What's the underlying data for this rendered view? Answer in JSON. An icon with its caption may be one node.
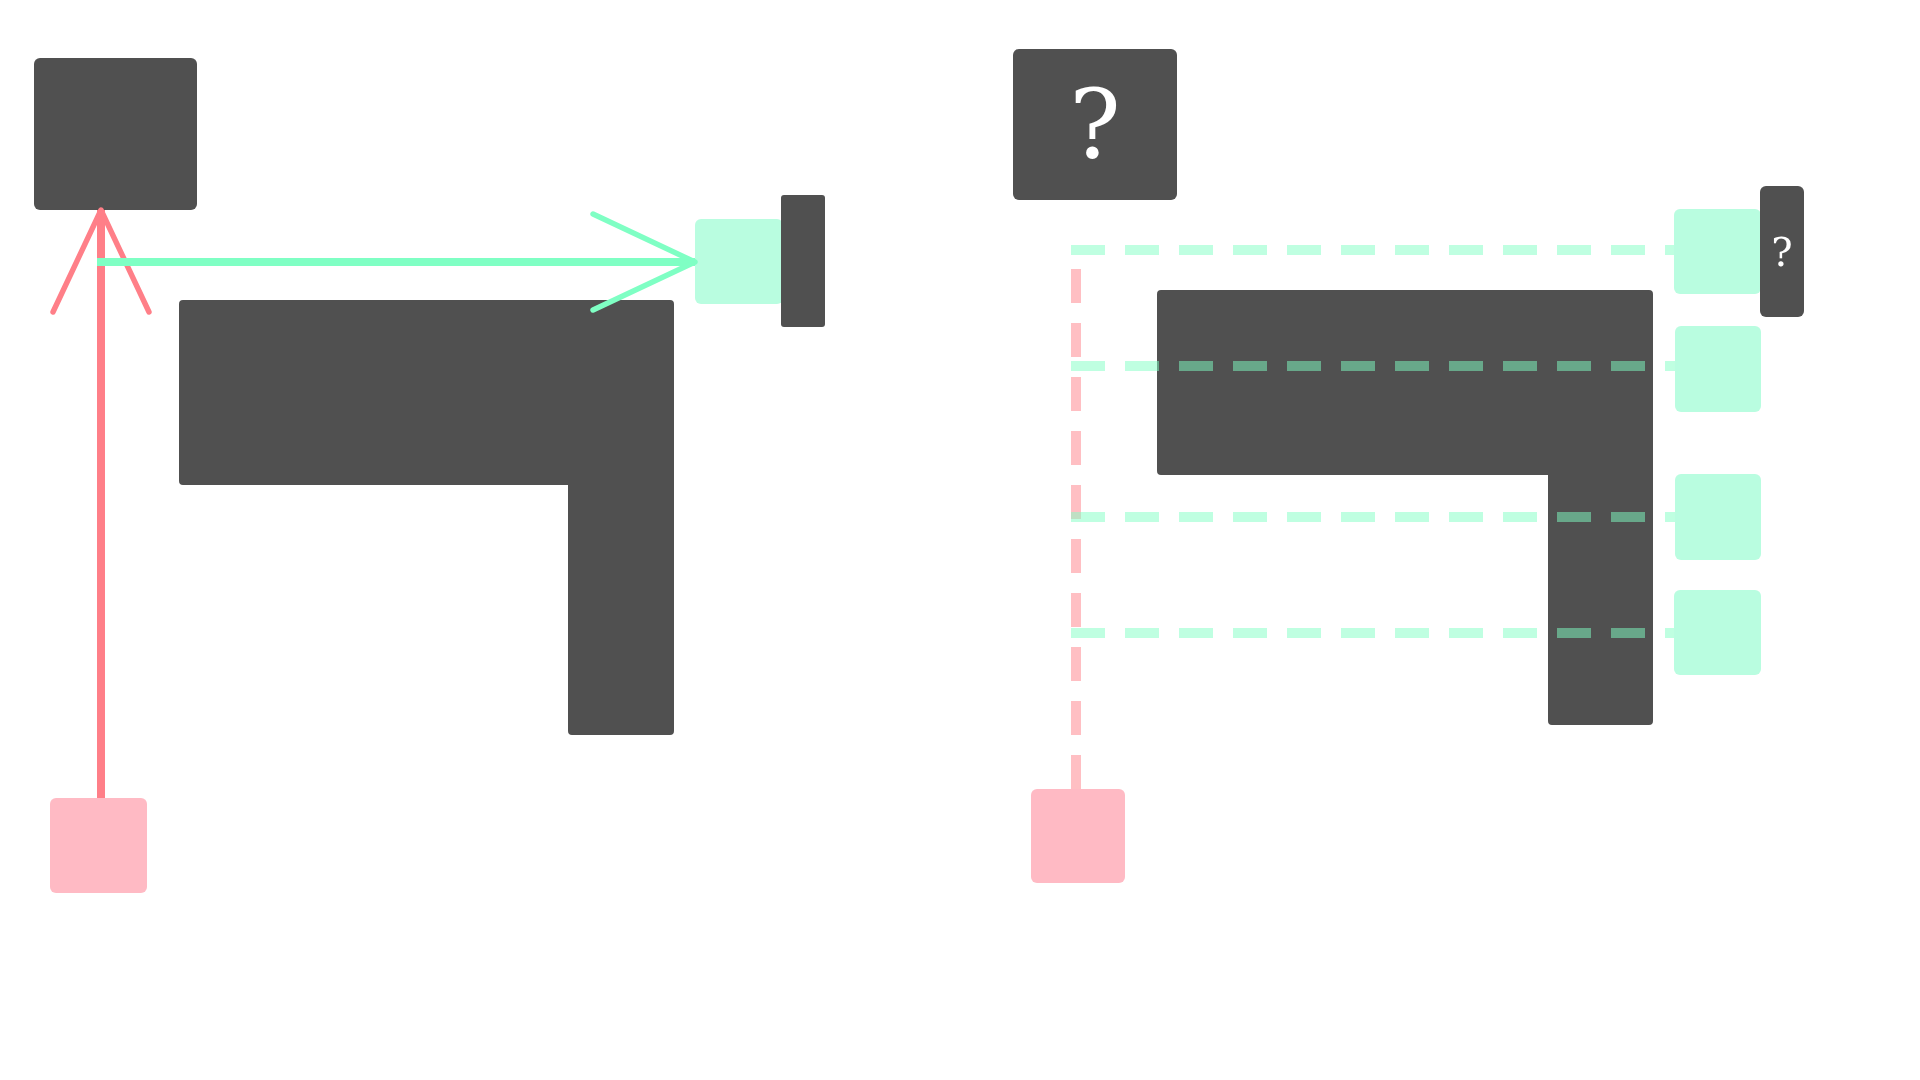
{
  "diagram": {
    "nodes": [
      {
        "text": [],
        "shape": "box"
      },
      {
        "text": [],
        "shape": "box"
      },
      {
        "text": [],
        "shape": "box"
      },
      {
        "text": [],
        "shape": "box"
      },
      {
        "text": [],
        "shape": "bar"
      },
      {
        "text": [
          "?"
        ]
      },
      {
        "text": [],
        "shape": "box"
      },
      {
        "text": [],
        "shape": "box"
      },
      {
        "text": [],
        "shape": "box"
      },
      {
        "text": [
          "?"
        ]
      },
      {
        "text": [],
        "shape": "box"
      },
      {
        "text": [],
        "shape": "box"
      },
      {
        "text": [],
        "shape": "box"
      }
    ],
    "edges": [
      {
        "from": 2,
        "to": 0,
        "arrow": "to",
        "color": "#ff7f88"
      },
      {
        "from": null,
        "to": 3,
        "arrow": "to"
      },
      {
        "from": 7,
        "to": null,
        "arrow": "none",
        "style": "dashed",
        "color": "#ff7f88"
      },
      {
        "from": null,
        "to": 8,
        "arrow": "none",
        "style": "dashed"
      },
      {
        "from": null,
        "to": 10,
        "arrow": "none",
        "style": "dashed"
      },
      {
        "from": null,
        "to": 11,
        "arrow": "none",
        "style": "dashed"
      },
      {
        "from": null,
        "to": 12,
        "arrow": "none",
        "style": "dashed"
      }
    ]
  }
}
